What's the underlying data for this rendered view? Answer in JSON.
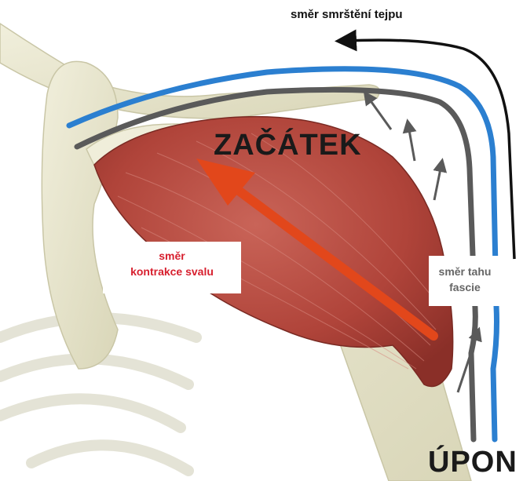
{
  "labels": {
    "tape_contraction": "směr smrštění tejpu",
    "origin": "ZAČÁTEK",
    "muscle_contraction_line1": "směr",
    "muscle_contraction_line2": "kontrakce svalu",
    "fascia_pull_line1": "směr tahu",
    "fascia_pull_line2": "fascie",
    "insertion": "ÚPON"
  },
  "colors": {
    "tape": "#2b7fd0",
    "fascia": "#5a5a5a",
    "tape_direction_arrow": "#111111",
    "muscle_direction_arrow": "#e2471b",
    "muscle": "#b5463e",
    "bone": "#e7e4cb",
    "muscle_label": "#d71f2e"
  },
  "icons": {
    "tape_arrow": "arrow-left-icon",
    "muscle_arrow": "arrow-up-left-icon",
    "fascia_arrows": "arrow-up-icon"
  }
}
